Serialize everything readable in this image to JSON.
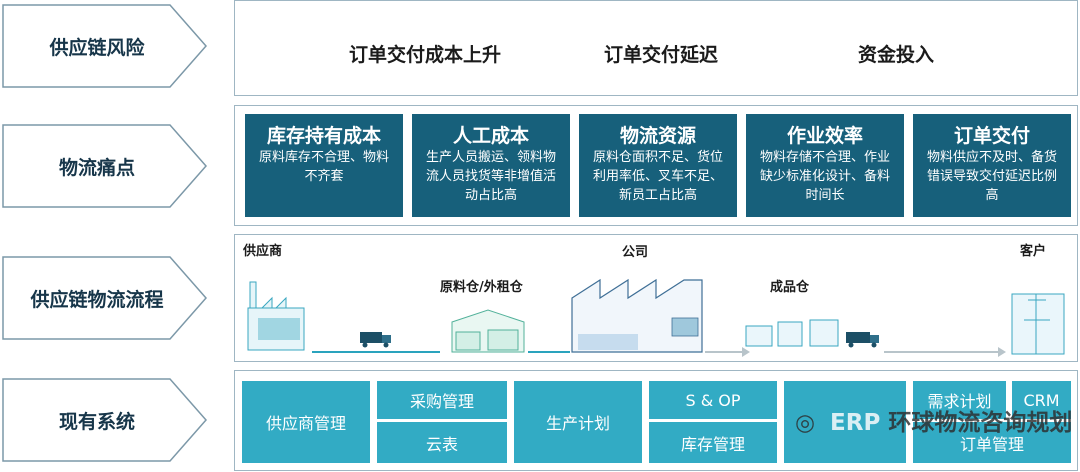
{
  "rows": {
    "risk": "供应链风险",
    "pain": "物流痛点",
    "flow": "供应链物流流程",
    "systems": "现有系统"
  },
  "risks": [
    "订单交付成本上升",
    "订单交付延迟",
    "资金投入"
  ],
  "pains": [
    {
      "title": "库存持有成本",
      "desc": "原料库存不合理、物料不齐套"
    },
    {
      "title": "人工成本",
      "desc": "生产人员搬运、领料物流人员找货等非增值活动占比高"
    },
    {
      "title": "物流资源",
      "desc": "原料仓面积不足、货位利用率低、叉车不足、新员工占比高"
    },
    {
      "title": "作业效率",
      "desc": "物料存储不合理、作业缺少标准化设计、备料时间长"
    },
    {
      "title": "订单交付",
      "desc": "物料供应不及时、备货错误导致交付延迟比例高"
    }
  ],
  "flow": {
    "supplier": "供应商",
    "company": "公司",
    "customer": "客户",
    "raw_wh": "原料仓/外租仓",
    "fg_wh": "成品仓"
  },
  "systems": {
    "supplier_mgmt": "供应商管理",
    "purchase": "采购管理",
    "cloud": "云表",
    "production": "生产计划",
    "sop": "S & OP",
    "inventory": "库存管理",
    "erp": "ERP",
    "demand": "需求计划",
    "crm": "CRM",
    "order": "订单管理"
  },
  "watermark": "环球物流咨询规划",
  "colors": {
    "pain_bg": "#17607b",
    "sys_bg": "#32abc4",
    "arrow": "#2aa3bd"
  }
}
